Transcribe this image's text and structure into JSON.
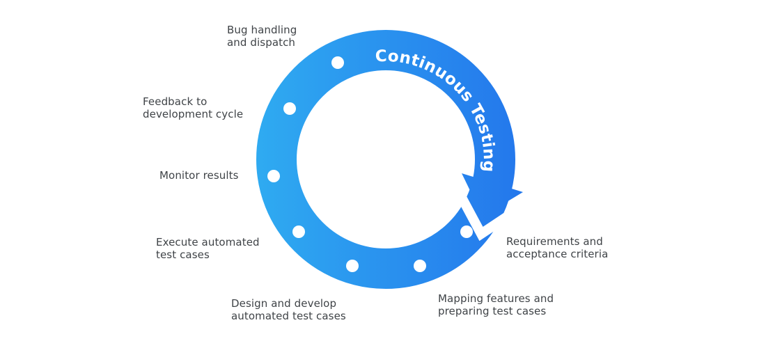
{
  "cycle": {
    "curved_label": "Continuous Testing",
    "flow_direction": "clockwise",
    "colors": {
      "gradient_start": "#2FABF1",
      "gradient_end": "#2478EC",
      "dot": "#FFFFFF",
      "curved_text": "#FFFFFF",
      "label_text": "#3F4347",
      "background": "#FFFFFF"
    },
    "steps": [
      {
        "label": "Requirements and\nacceptance criteria"
      },
      {
        "label": "Mapping features and\npreparing test cases"
      },
      {
        "label": "Design and develop\nautomated test cases"
      },
      {
        "label": "Execute automated\ntest cases"
      },
      {
        "label": "Monitor results"
      },
      {
        "label": "Feedback to\ndevelopment cycle"
      },
      {
        "label": "Bug handling\nand dispatch"
      }
    ]
  }
}
